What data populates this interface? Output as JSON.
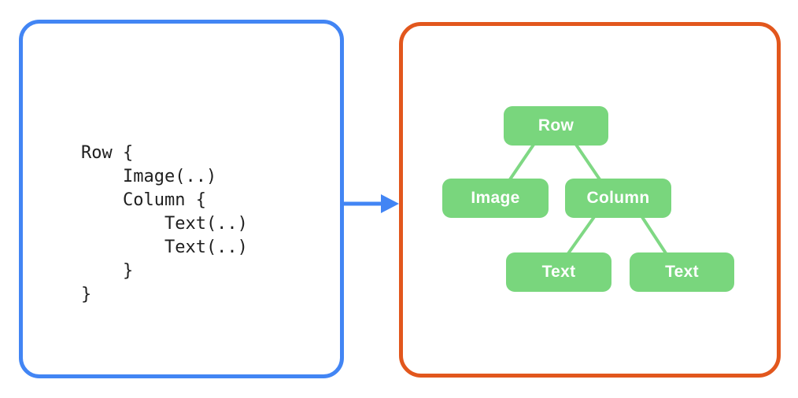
{
  "colors": {
    "code_border": "#4285F4",
    "arrow": "#4285F4",
    "tree_border": "#E2571D",
    "node_fill": "#79D67D",
    "edge_stroke": "#7FD884",
    "node_text": "#FFFFFF",
    "code_text": "#1F1F1F"
  },
  "code_panel": {
    "code": "Row {\n    Image(..)\n    Column {\n        Text(..)\n        Text(..)\n    }\n}"
  },
  "arrow": {
    "direction": "right"
  },
  "tree_panel": {
    "nodes": [
      {
        "id": "row",
        "label": "Row"
      },
      {
        "id": "image",
        "label": "Image"
      },
      {
        "id": "column",
        "label": "Column"
      },
      {
        "id": "text-1",
        "label": "Text"
      },
      {
        "id": "text-2",
        "label": "Text"
      }
    ],
    "edges": [
      [
        "row",
        "image"
      ],
      [
        "row",
        "column"
      ],
      [
        "column",
        "text-1"
      ],
      [
        "column",
        "text-2"
      ]
    ]
  }
}
